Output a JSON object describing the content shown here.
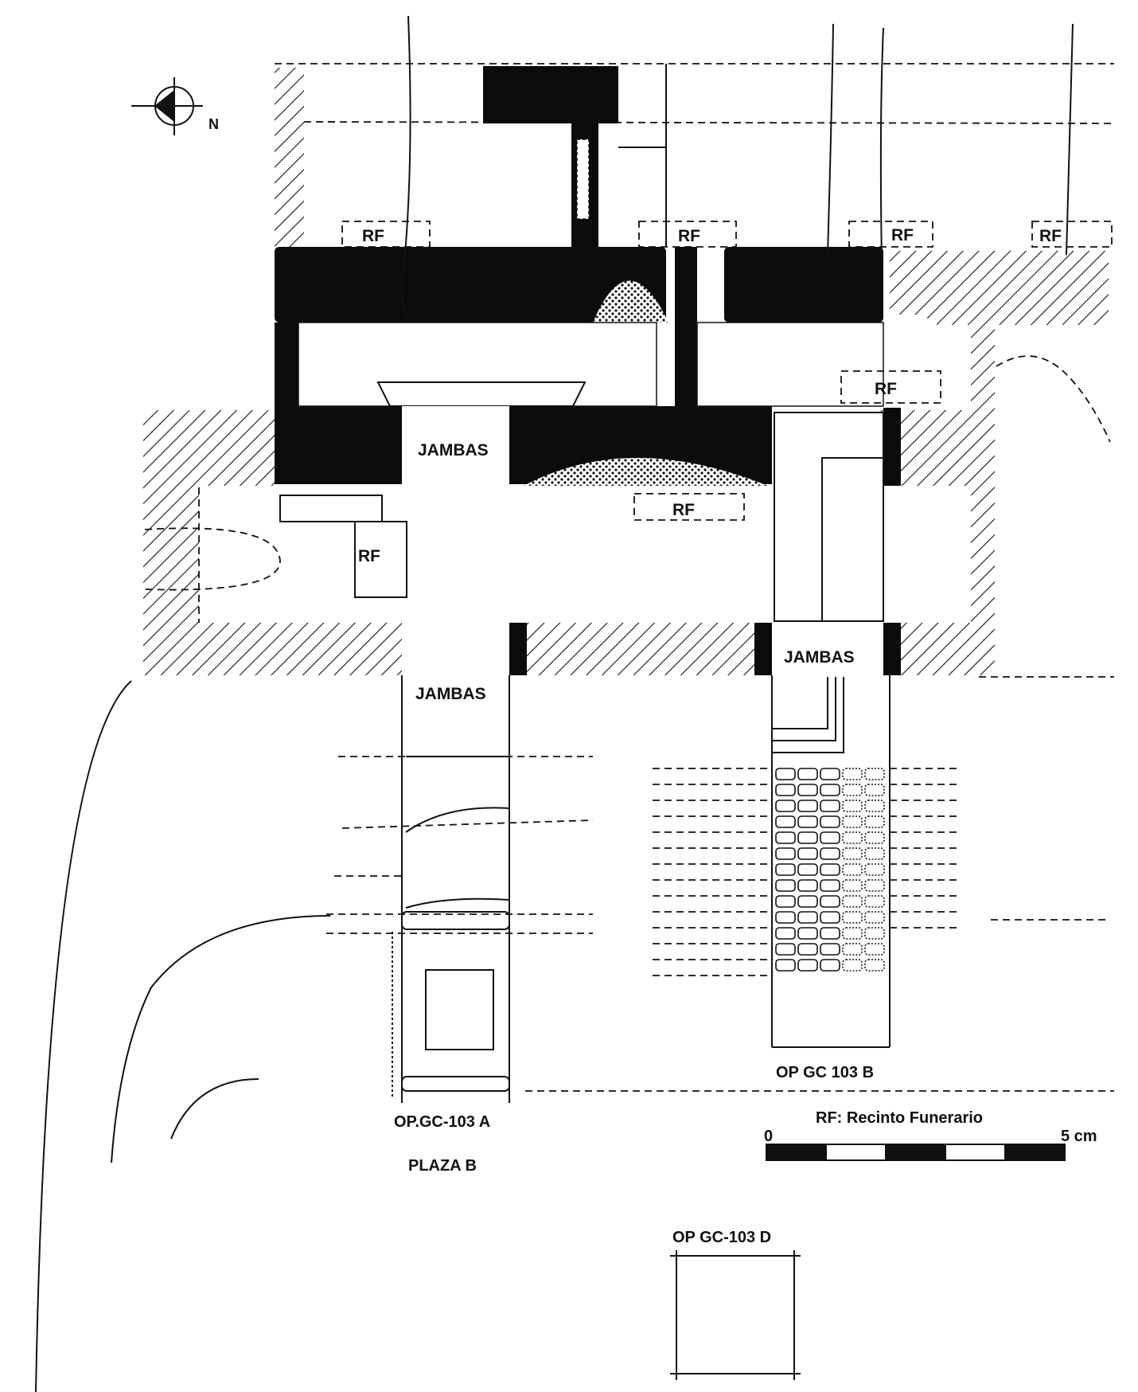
{
  "north_label": "N",
  "rf_labels": [
    "RF",
    "RF",
    "RF",
    "RF",
    "RF",
    "RF",
    "RF"
  ],
  "jambas_labels": [
    "JAMBAS",
    "JAMBAS",
    "JAMBAS"
  ],
  "units": {
    "op_a": "OP.GC-103 A",
    "op_b": "OP GC 103 B",
    "op_d": "OP GC-103 D",
    "plaza": "PLAZA  B"
  },
  "legend": {
    "text": "RF: Recinto Funerario",
    "scale_start": "0",
    "scale_end": "5 cm",
    "scale_segments": 5
  }
}
